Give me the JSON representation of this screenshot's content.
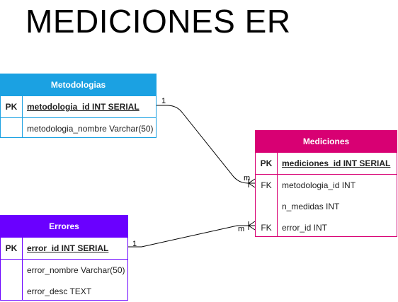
{
  "title": "MEDICIONES ER",
  "colors": {
    "metodologias": "#1ba1e2",
    "mediciones": "#d80073",
    "errores": "#6a00ff"
  },
  "entities": {
    "metodologias": {
      "name": "Metodologias",
      "pk": {
        "key": "PK",
        "field": "metodologia_id  INT SERIAL"
      },
      "fields": [
        {
          "key": "",
          "field": "metodologia_nombre Varchar(50)"
        }
      ]
    },
    "mediciones": {
      "name": "Mediciones",
      "pk": {
        "key": "PK",
        "field": "mediciones_id  INT SERIAL"
      },
      "fields": [
        {
          "key": "FK",
          "field": "metodologia_id INT"
        },
        {
          "key": "",
          "field": "n_medidas  INT"
        },
        {
          "key": "FK",
          "field": "error_id INT"
        }
      ]
    },
    "errores": {
      "name": "Errores",
      "pk": {
        "key": "PK",
        "field": "error_id  INT SERIAL"
      },
      "fields": [
        {
          "key": "",
          "field": "error_nombre  Varchar(50)"
        },
        {
          "key": "",
          "field": "error_desc  TEXT"
        }
      ]
    }
  },
  "relations": [
    {
      "from": "metodologias",
      "to": "mediciones",
      "from_card": "1",
      "to_card": "m"
    },
    {
      "from": "errores",
      "to": "mediciones",
      "from_card": "1",
      "to_card": "m"
    }
  ]
}
